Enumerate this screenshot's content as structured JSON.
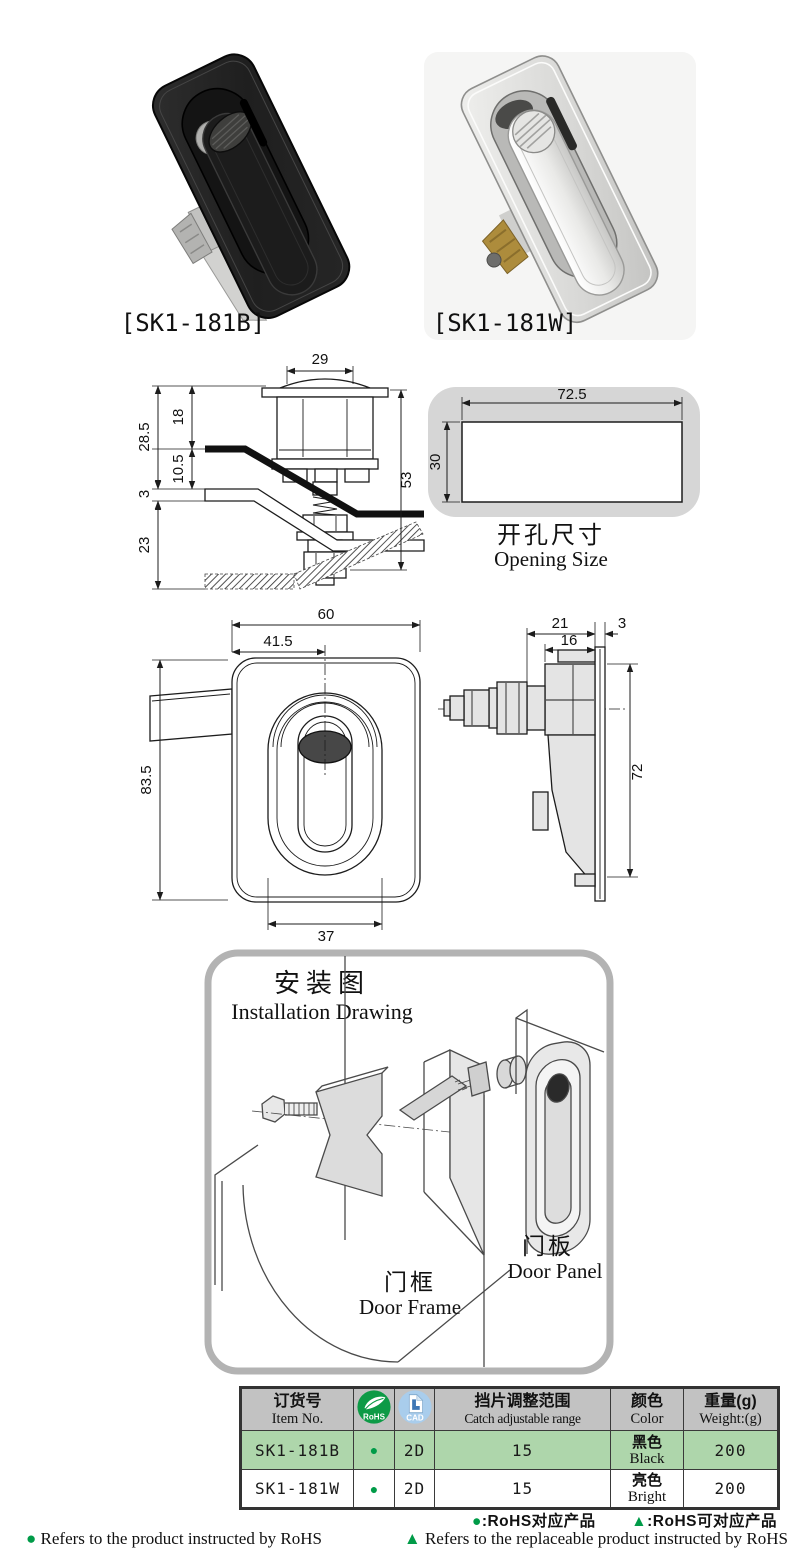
{
  "products": {
    "black": {
      "label": "[SK1-181B]"
    },
    "bright": {
      "label": "[SK1-181W]"
    }
  },
  "drawings": {
    "section": {
      "dim_29": "29",
      "dim_53": "53",
      "dim_28_5": "28.5",
      "dim_18": "18",
      "dim_10_5": "10.5",
      "dim_3": "3",
      "dim_23": "23"
    },
    "opening": {
      "dim_72_5": "72.5",
      "dim_30": "30",
      "caption_zh": "开孔尺寸",
      "caption_en": "Opening Size"
    },
    "front": {
      "dim_60": "60",
      "dim_41_5": "41.5",
      "dim_83_5": "83.5",
      "dim_37": "37"
    },
    "side": {
      "dim_21": "21",
      "dim_3": "3",
      "dim_16": "16",
      "dim_72": "72"
    }
  },
  "installation": {
    "title_zh": "安装图",
    "title_en": "Installation Drawing",
    "door_frame_zh": "门框",
    "door_frame_en": "Door Frame",
    "door_panel_zh": "门板",
    "door_panel_en": "Door Panel"
  },
  "table": {
    "headers": {
      "item_zh": "订货号",
      "item_en": "Item No.",
      "rohs": "RoHS",
      "cad": "CAD",
      "range_zh": "挡片调整范围",
      "range_en": "Catch adjustable range",
      "color_zh": "颜色",
      "color_en": "Color",
      "weight_zh": "重量(g)",
      "weight_en": "Weight:(g)"
    },
    "rows": [
      {
        "item": "SK1-181B",
        "rohs_mark": "●",
        "cad": "2D",
        "range": "15",
        "color_zh": "黑色",
        "color_en": "Black",
        "weight": "200"
      },
      {
        "item": "SK1-181W",
        "rohs_mark": "●",
        "cad": "2D",
        "range": "15",
        "color_zh": "亮色",
        "color_en": "Bright",
        "weight": "200"
      }
    ]
  },
  "footnotes": {
    "zh_dot_marker": "●",
    "zh_dot_text": ":RoHS对应产品",
    "zh_tri_marker": "▲",
    "zh_tri_text": ":RoHS可对应产品",
    "en_dot_marker": "●",
    "en_dot_text": "Refers to the product instructed by RoHS",
    "en_tri_marker": "▲",
    "en_tri_text": "Refers to the replaceable product instructed by RoHS"
  },
  "colors": {
    "header_gray": "#c2c2c2",
    "row_green": "#aed6ab",
    "rohs_green": "#0d9a46",
    "cad_blue": "#a9cdec",
    "marker_green": "#009b48",
    "panel_border": "#b3b3b3",
    "drawing_gray": "#e4e4e4",
    "opening_gray": "#d6d6d6"
  }
}
